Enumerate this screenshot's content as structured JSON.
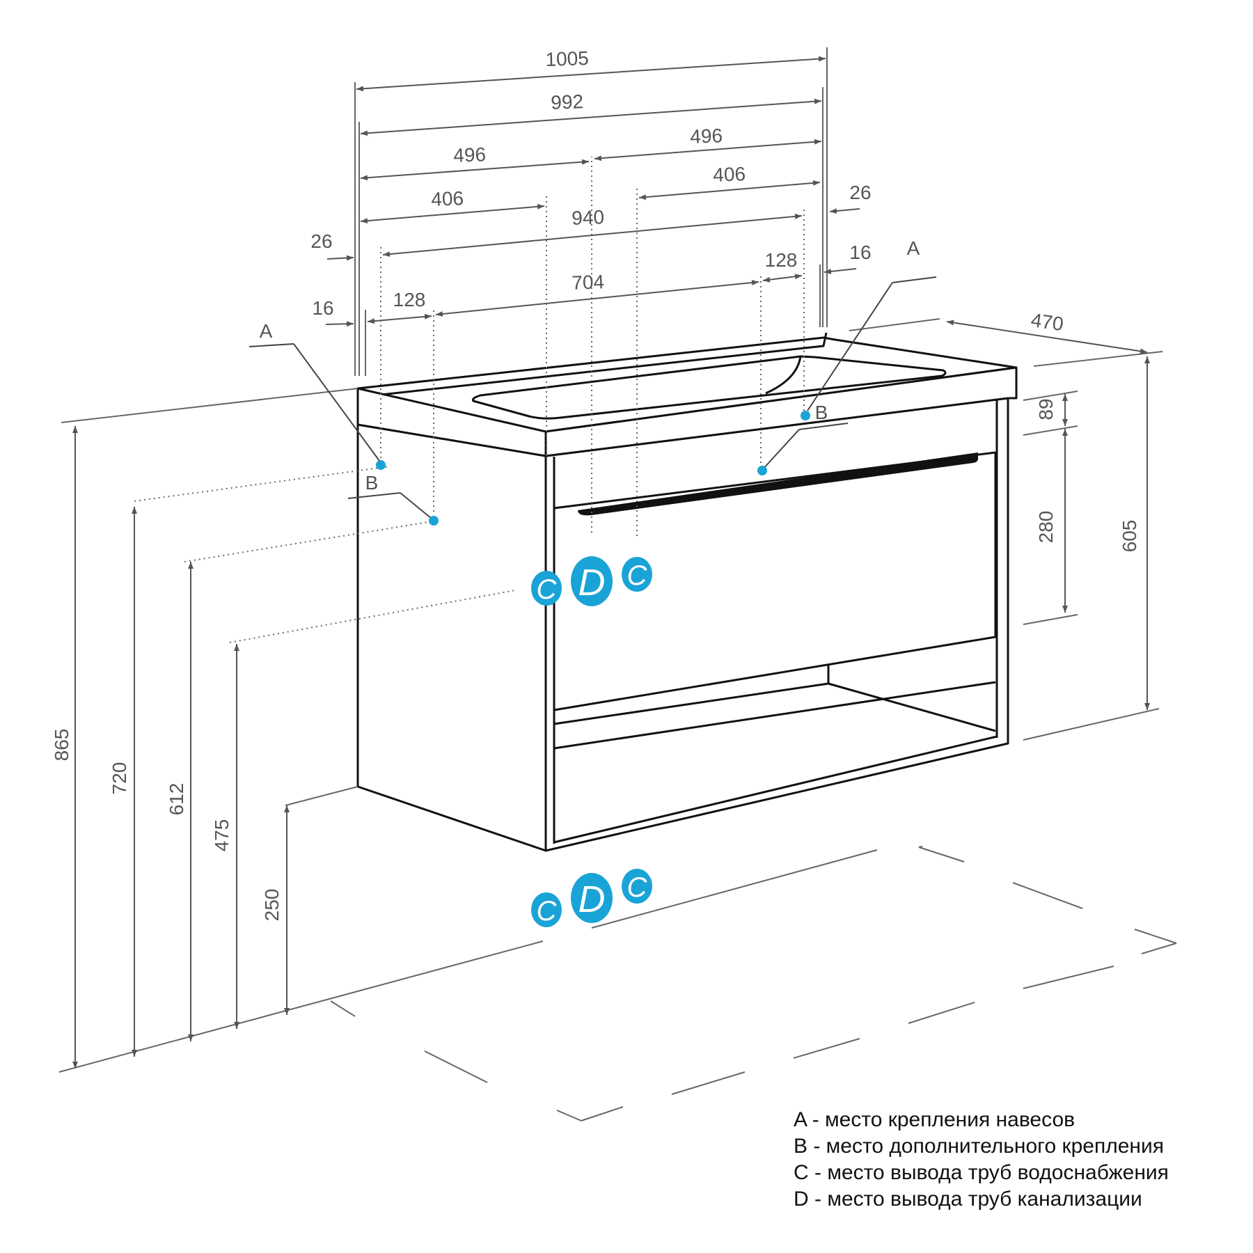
{
  "dimensions": {
    "w1005": "1005",
    "w992": "992",
    "w496_left": "496",
    "w496_right": "496",
    "w406_left": "406",
    "w406_right": "406",
    "w940": "940",
    "w704": "704",
    "w128_left": "128",
    "w128_right": "128",
    "w26_left": "26",
    "w26_right": "26",
    "w16_left": "16",
    "w16_right": "16",
    "d470": "470",
    "h89": "89",
    "h280": "280",
    "h605": "605",
    "h865": "865",
    "h720": "720",
    "h612": "612",
    "h475": "475",
    "h250": "250"
  },
  "point_tags": {
    "a_left": "A",
    "b_left": "B",
    "a_right": "A",
    "b_right": "B"
  },
  "outlets": {
    "upper": [
      "C",
      "D",
      "C"
    ],
    "lower": [
      "C",
      "D",
      "C"
    ]
  },
  "legend": [
    "A - место крепления навесов",
    "B - место дополнительного крепления",
    "C - место вывода труб водоснабжения",
    "D - место вывода труб канализации"
  ],
  "colors": {
    "accent": "#1aa3d6",
    "outline": "#111111",
    "dimension": "#555555"
  }
}
